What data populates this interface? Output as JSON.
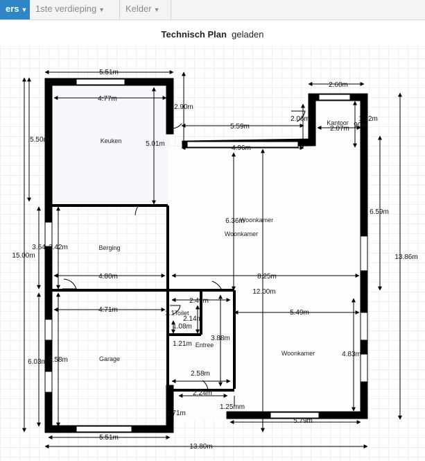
{
  "tabs": [
    {
      "label": "ers",
      "active": true
    },
    {
      "label": "1ste verdieping",
      "active": false
    },
    {
      "label": "Kelder",
      "active": false
    }
  ],
  "title": {
    "main": "Technisch Plan",
    "status": "geladen"
  },
  "rooms": {
    "keuken": "Keuken",
    "berging": "Berging",
    "garage": "Garage",
    "woonkamer_1": "Woonkamer",
    "woonkamer_2": "Woonkamer",
    "woonkamer_3": "Woonkamer",
    "kantoor": "Kantoor",
    "toilet": "Toilet",
    "entree": "Entree"
  },
  "dimensions": {
    "top_left_width": "5:51m",
    "keuken_width": "4:77m",
    "left_outer_height": "5.50m",
    "keuken_height": "5.01m",
    "notch_height": "2.90m",
    "notch_width": "5.59m",
    "back_wall": "4.96m",
    "kantoor_top": "2.60m",
    "kantoor_height": "2.06m",
    "kantoor_width": "2.07m",
    "kantoor_side": "1.52m",
    "kantoor_inner": "90m",
    "woonkamer_height": "6.36m",
    "right_wall_upper": "6.59m",
    "right_outer_height": "13.86m",
    "left_total_height": "15.00m",
    "berging_outer": "3.64",
    "berging_inner": "3.42m",
    "berging_width": "4.80m",
    "middle_span": "8.25m",
    "center_height": "12.00m",
    "garage_width": "4:71m",
    "hall_width": "2.49m",
    "toilet_width": "1.1",
    "toilet_height": "2.14m",
    "toilet_depth": "1.08m",
    "entree_depth": "1.21m",
    "entree_height": "3.88m",
    "woonkamer_lower_width": "5.49m",
    "woonkamer_lower_height": "4.83m",
    "garage_outer_height": "6.03m",
    "garage_inner_height": "5.58m",
    "entree_width": "2.58m",
    "entree_lower": "2.24m",
    "step": "1.25mm",
    "front_wall_left": "1.71m",
    "bottom_left_width": "5:51m",
    "bottom_right_width": "5.79m",
    "total_width": "13.80m"
  },
  "colors": {
    "active_tab": "#2e86c8",
    "wall": "#000000",
    "grid": "#e2e2e2",
    "kitchen_floor": "#f6f8fc"
  }
}
